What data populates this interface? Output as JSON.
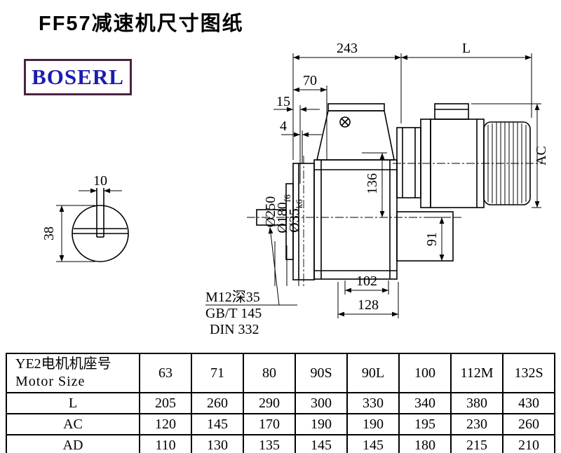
{
  "page": {
    "title": "FF57减速机尺寸图纸",
    "logo_text": "BOSERL"
  },
  "drawing": {
    "d243": "243",
    "dL": "L",
    "d70": "70",
    "d15": "15",
    "d4": "4",
    "dAC": "AC",
    "d10": "10",
    "d38": "38",
    "d250": "Ø250",
    "d180_main": "Ø180",
    "d180_sub": "f6",
    "d35_main": "Ø35",
    "d35_sub": "k6",
    "d136": "136",
    "d91": "91",
    "d102": "102",
    "d128": "128",
    "note1": "M12深35",
    "note2": "GB/T 145",
    "note3": "DIN 332"
  },
  "table": {
    "header_cn": "YE2电机机座号",
    "header_en": "Motor Size",
    "columns": [
      "63",
      "71",
      "80",
      "90S",
      "90L",
      "100",
      "112M",
      "132S"
    ],
    "rows": [
      {
        "label": "L",
        "values": [
          "205",
          "260",
          "290",
          "300",
          "330",
          "340",
          "380",
          "430"
        ]
      },
      {
        "label": "AC",
        "values": [
          "120",
          "145",
          "170",
          "190",
          "190",
          "195",
          "230",
          "260"
        ]
      },
      {
        "label": "AD",
        "values": [
          "110",
          "130",
          "135",
          "145",
          "145",
          "180",
          "215",
          "210"
        ]
      }
    ]
  }
}
